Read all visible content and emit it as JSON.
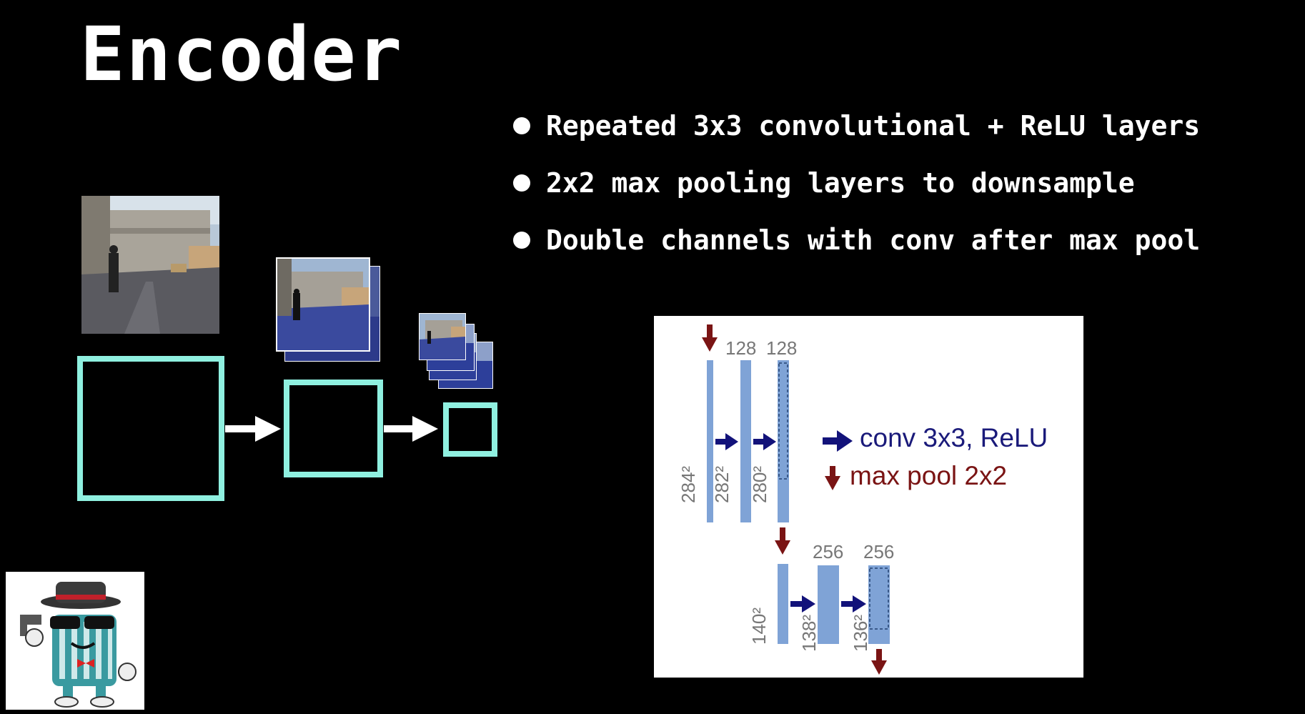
{
  "title": "Encoder",
  "bullets": [
    "Repeated 3x3 convolutional + ReLU layers",
    "2x2 max pooling layers to downsample",
    "Double channels with conv after max pool"
  ],
  "diagram": {
    "channels_top": [
      "128",
      "128"
    ],
    "sizes_top": [
      "284²",
      "282²",
      "280²"
    ],
    "channels_bottom": [
      "256",
      "256"
    ],
    "sizes_bottom": [
      "140²",
      "138²",
      "136²"
    ],
    "legend_conv": "conv 3x3, ReLU",
    "legend_pool": "max pool 2x2"
  },
  "colors": {
    "square_outline": "#8ff0e0",
    "layer_bar": "#7fa3d6",
    "conv_arrow": "#12127a",
    "pool_arrow": "#7a1414"
  }
}
